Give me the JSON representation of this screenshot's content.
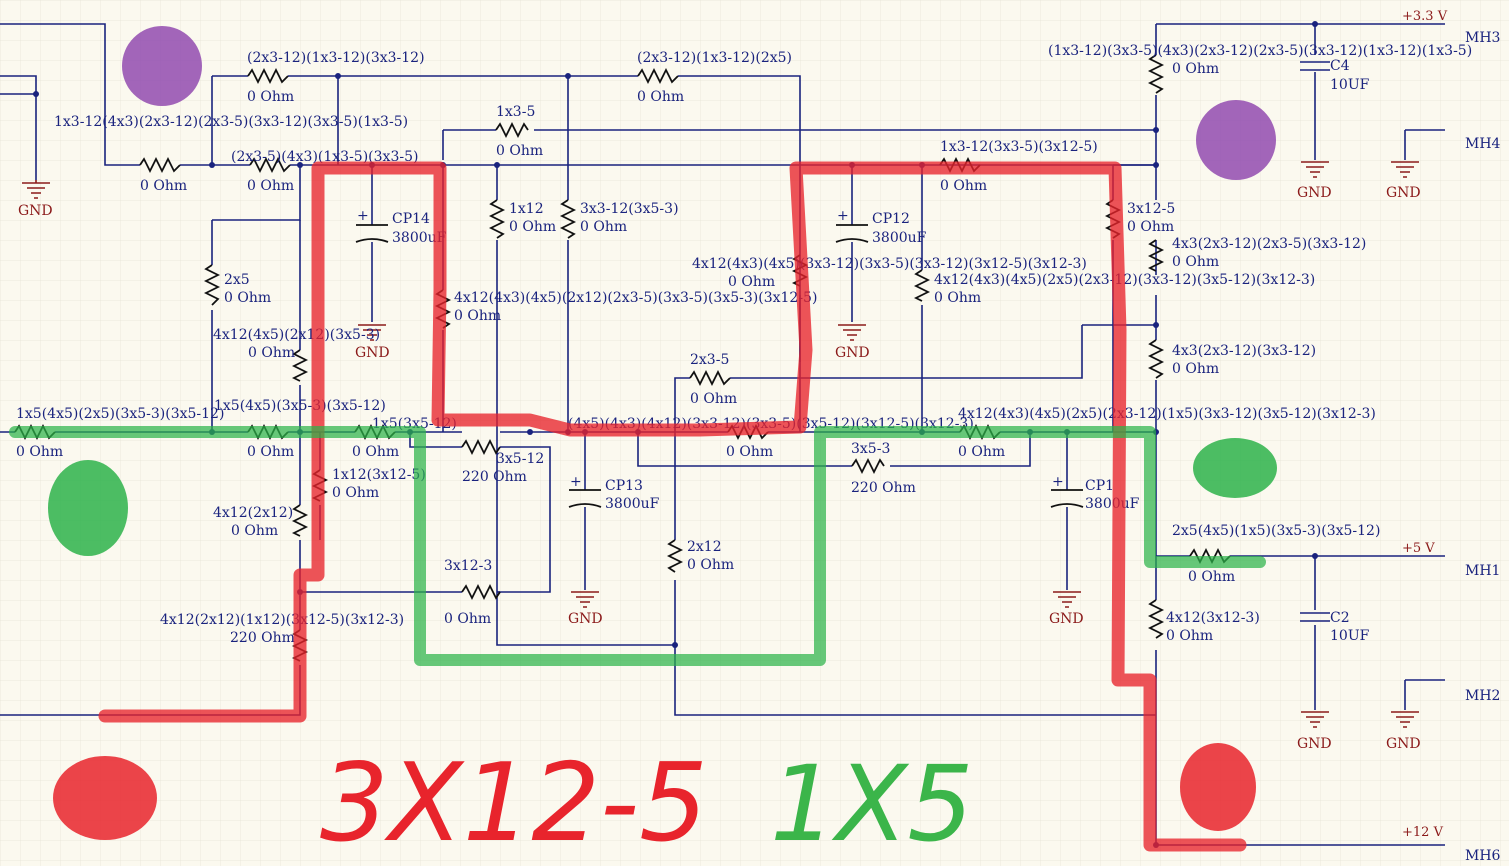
{
  "power": {
    "v33": "+3.3 V",
    "v5": "+5 V",
    "v12": "+12 V"
  },
  "mh": {
    "mh1": "MH1",
    "mh2": "MH2",
    "mh3": "MH3",
    "mh4": "MH4",
    "mh6": "MH6"
  },
  "gnd_label": "GND",
  "caps": {
    "cp14": {
      "name": "CP14",
      "value": "3800uF"
    },
    "cp12": {
      "name": "CP12",
      "value": "3800uF"
    },
    "cp13": {
      "name": "CP13",
      "value": "3800uF"
    },
    "cp1": {
      "name": "CP1",
      "value": "3800uF"
    },
    "c4": {
      "name": "C4",
      "value": "10UF"
    },
    "c2": {
      "name": "C2",
      "value": "10UF"
    }
  },
  "resistors": {
    "r_top1": {
      "name": "(2x3-12)(1x3-12)(3x3-12)",
      "value": "0 Ohm"
    },
    "r_top2": {
      "name": "(2x3-12)(1x3-12)(2x5)",
      "value": "0 Ohm"
    },
    "r_1x35": {
      "name": "1x3-5",
      "value": "0 Ohm"
    },
    "r_left_top": {
      "name": "1x3-12(4x3)(2x3-12)(2x3-5)(3x3-12)(3x3-5)(1x3-5)",
      "value": "0 Ohm"
    },
    "r_mid_top": {
      "name": "(2x3-5)(4x3)(1x3-5)(3x3-5)",
      "value": "0 Ohm"
    },
    "r_1x12": {
      "name": "1x12",
      "value": "0 Ohm"
    },
    "r_3x312": {
      "name": "3x3-12(3x5-3)",
      "value": "0 Ohm"
    },
    "r_2x5": {
      "name": "2x5",
      "value": "0 Ohm"
    },
    "r_4x12_4x5": {
      "name": "4x12(4x5)(2x12)(3x5-3)",
      "value": "0 Ohm"
    },
    "r_long_mid": {
      "name": "4x12(4x3)(4x5)(2x12)(2x3-5)(3x3-5)(3x5-3)(3x12-5)",
      "value": "0 Ohm"
    },
    "r_4x12_center": {
      "name": "4x12(4x3)(4x5)(3x3-12)(3x3-5)(3x3-12)(3x12-5)(3x12-3)",
      "value": "0 Ohm"
    },
    "r_1x312_right": {
      "name": "1x3-12(3x3-5)(3x12-5)",
      "value": "0 Ohm"
    },
    "r_4x12_right": {
      "name": "4x12(4x3)(4x5)(2x5)(2x3-12)(3x3-12)(3x5-12)(3x12-3)",
      "value": "0 Ohm"
    },
    "r_top_right": {
      "name": "(1x3-12)(3x3-5)(4x3)(2x3-12)(2x3-5)(3x3-12)(1x3-12)(1x3-5)",
      "value": "0 Ohm"
    },
    "r_3x125": {
      "name": "3x12-5",
      "value": "0 Ohm"
    },
    "r_4x3_a": {
      "name": "4x3(2x3-12)(2x3-5)(3x3-12)",
      "value": "0 Ohm"
    },
    "r_4x3_b": {
      "name": "4x3(2x3-12)(3x3-12)",
      "value": "0 Ohm"
    },
    "r_2x35": {
      "name": "2x3-5",
      "value": "0 Ohm"
    },
    "r_1x5_left": {
      "name": "1x5(4x5)(2x5)(3x5-3)(3x5-12)",
      "value": "0 Ohm"
    },
    "r_1x5_b": {
      "name": "1x5(4x5)(3x5-3)(3x5-12)",
      "value": "0 Ohm"
    },
    "r_1x5_c": {
      "name": "1x5(3x5-12)",
      "value": "0 Ohm"
    },
    "r_3x512": {
      "name": "3x5-12",
      "value": "220 Ohm"
    },
    "r_bus": {
      "name": "(4x5)(4x3)(4x12)(3x3-12)(3x3-5)(3x5-12)(3x12-5)(3x12-3)",
      "value": "0 Ohm"
    },
    "r_4x12_bus_right": {
      "name": "4x12(4x3)(4x5)(2x5)(2x3-12)(1x5)(3x3-12)(3x5-12)(3x12-3)",
      "value": "0 Ohm"
    },
    "r_3x53": {
      "name": "3x5-3",
      "value": "220 Ohm"
    },
    "r_1x12_3x125": {
      "name": "1x12(3x12-5)",
      "value": "0 Ohm"
    },
    "r_4x12_2x12": {
      "name": "4x12(2x12)",
      "value": "0 Ohm"
    },
    "r_3x123": {
      "name": "3x12-3",
      "value": "0 Ohm"
    },
    "r_4x12_long_bl": {
      "name": "4x12(2x12)(1x12)(3x12-5)(3x12-3)",
      "value": "220 Ohm"
    },
    "r_2x12": {
      "name": "2x12",
      "value": "0 Ohm"
    },
    "r_2x5_5v": {
      "name": "2x5(4x5)(1x5)(3x5-3)(3x5-12)",
      "value": "0 Ohm"
    },
    "r_4x12_3x123": {
      "name": "4x12(3x12-3)",
      "value": "0 Ohm"
    }
  },
  "annotations": {
    "red_text": "3X12-5",
    "green_text": "1X5"
  },
  "colors": {
    "wire": "#1a237e",
    "red_highlight": "#e8242c",
    "green_highlight": "#2db34a",
    "purple_blob": "#8e44ad",
    "gnd": "#8b1a1a"
  }
}
